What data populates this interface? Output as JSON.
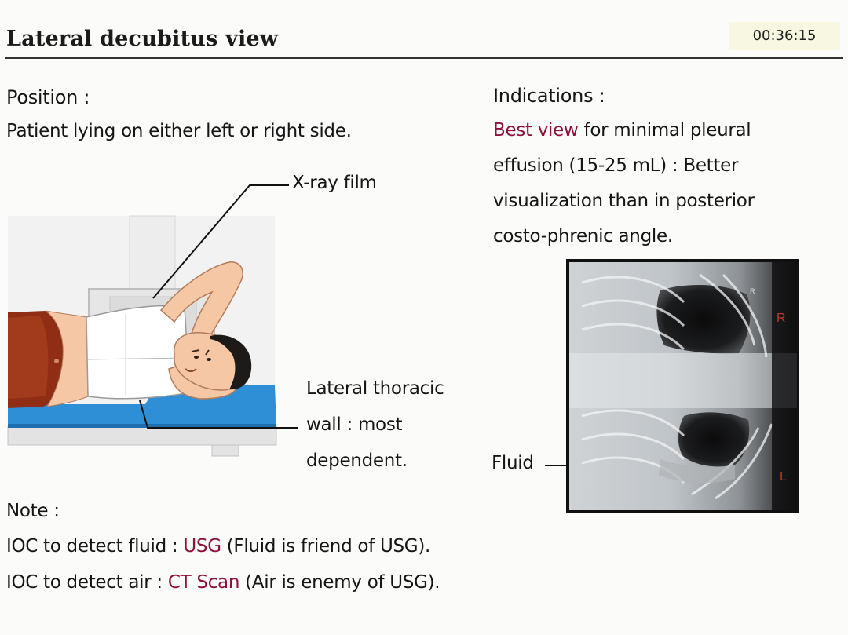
{
  "header": {
    "title": "Lateral decubitus view",
    "timer": "00:36:15"
  },
  "position": {
    "heading": "Position :",
    "text": "Patient lying on either left or right side."
  },
  "indications": {
    "heading": "Indications :",
    "highlight": "Best view",
    "line1_rest": " for minimal pleural",
    "line2": "effusion (15-25 mL) : Better",
    "line3": "visualization than in posterior",
    "line4": "costo-phrenic angle."
  },
  "illustration": {
    "film_label": "X-ray film",
    "wall_line1": "Lateral thoracic",
    "wall_line2": "wall : most",
    "wall_line3": "dependent."
  },
  "xray": {
    "fluid_label": "Fluid",
    "marker_r": "R",
    "marker_r_small": "R",
    "marker_l": "L"
  },
  "note": {
    "heading": "Note :",
    "line1_prefix": "IOC to detect fluid : ",
    "line1_highlight": "USG",
    "line1_suffix": " (Fluid is friend of USG).",
    "line2_prefix": "IOC to detect air : ",
    "line2_highlight": "CT Scan",
    "line2_suffix": " (Air is enemy of USG)."
  },
  "colors": {
    "accent": "#8e0f3a",
    "leader_red": "#d21a2a",
    "mat_blue": "#2f8fd6",
    "timer_bg": "#f8f7e2"
  }
}
